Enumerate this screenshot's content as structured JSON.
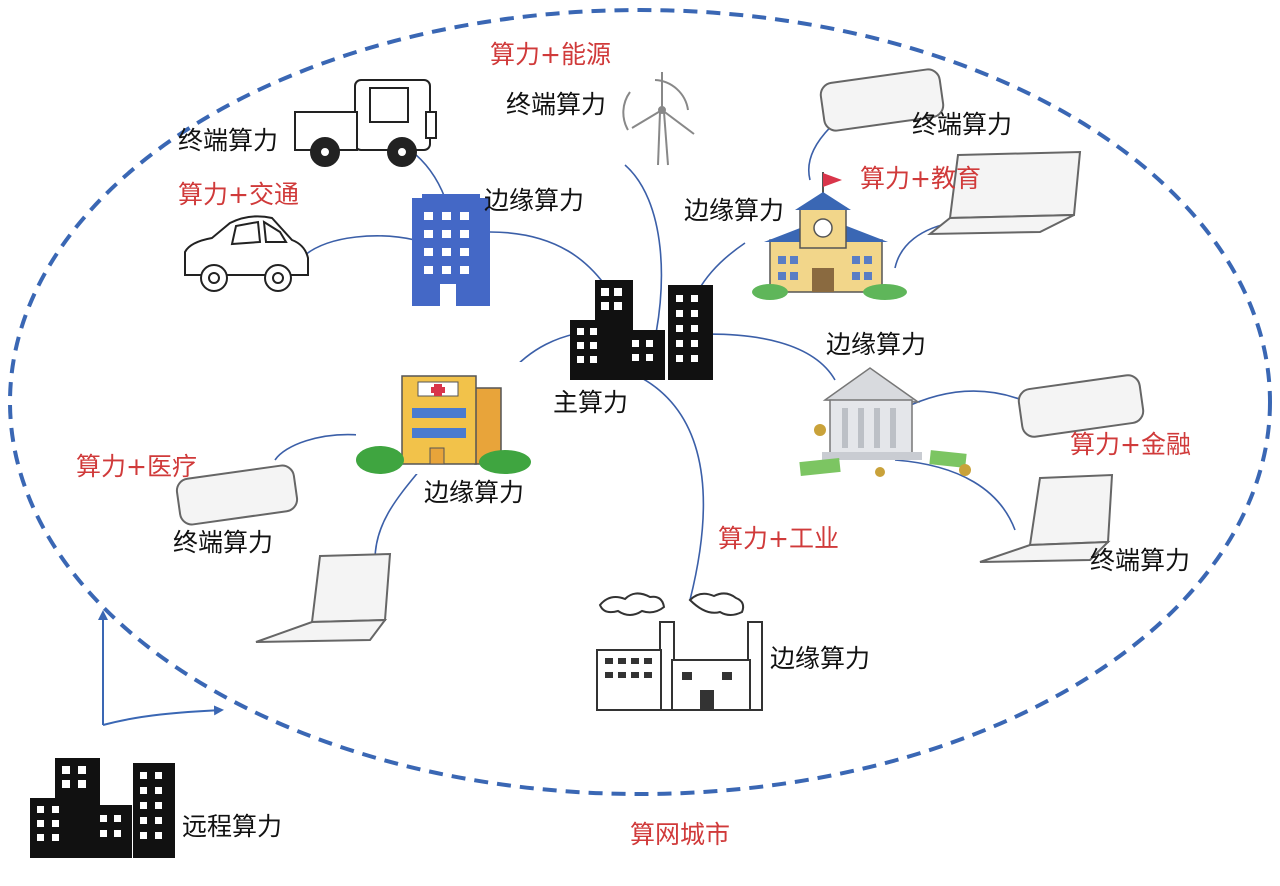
{
  "labels": {
    "energy": "算力+能源",
    "terminal_top": "终端算力",
    "terminal_truck": "终端算力",
    "terminal_phone_tr": "终端算力",
    "transport": "算力+交通",
    "edge_office": "边缘算力",
    "edge_school": "边缘算力",
    "education": "算力+教育",
    "edge_bank": "边缘算力",
    "main": "主算力",
    "medical": "算力+医疗",
    "finance": "算力+金融",
    "edge_hospital": "边缘算力",
    "terminal_left": "终端算力",
    "terminal_right": "终端算力",
    "industry": "算力+工业",
    "edge_factory": "边缘算力",
    "remote": "远程算力",
    "city": "算网城市"
  },
  "colors": {
    "dashed_border": "#3a67b4",
    "red_text": "#d03a3a",
    "office_blue": "#4468c6",
    "link_line": "#3b5fa8"
  },
  "icons": [
    "truck-icon",
    "car-icon",
    "office-building-icon",
    "main-datacenter-icon",
    "wind-turbine-icon",
    "school-icon",
    "phone-icon",
    "laptop-icon",
    "hospital-icon",
    "bank-icon",
    "factory-icon",
    "remote-datacenter-icon"
  ]
}
